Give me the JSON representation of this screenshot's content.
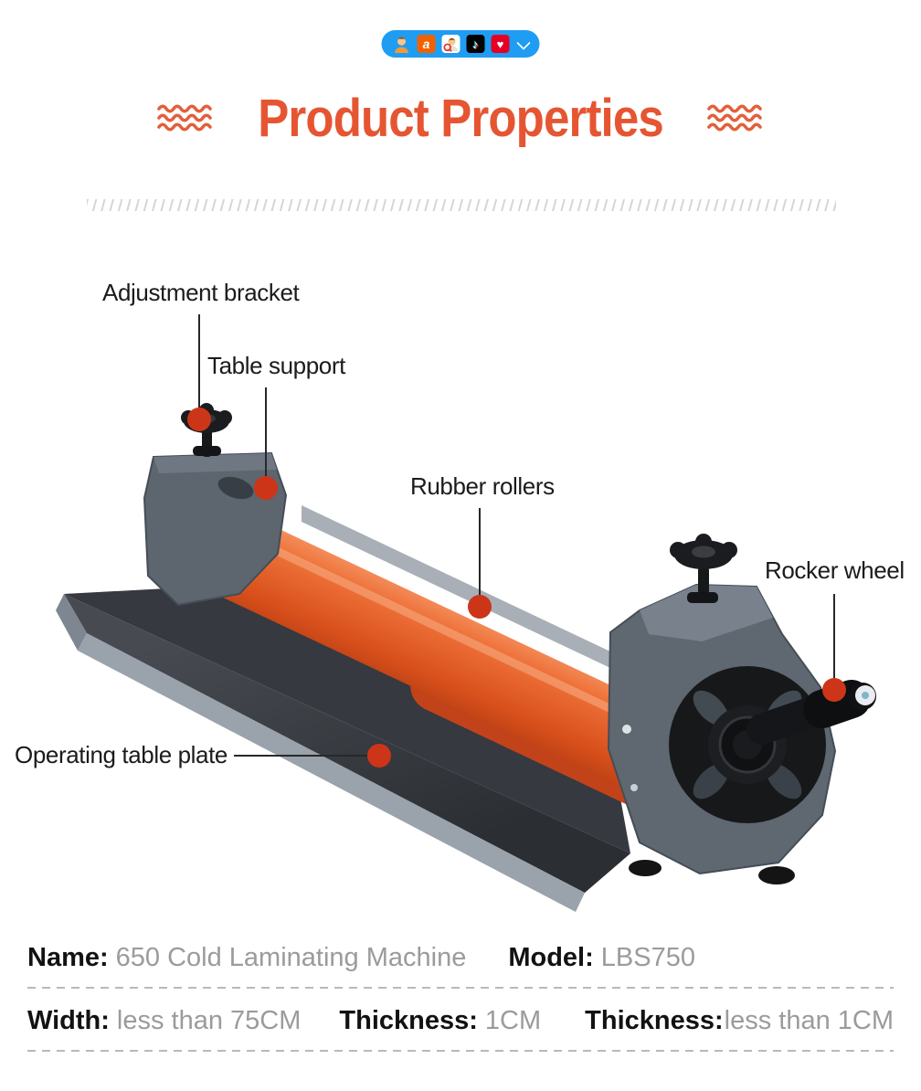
{
  "colors": {
    "accent_orange": "#e65532",
    "annotation_dot": "#cd3518",
    "social_pill_blue": "#1e9df2",
    "roller_orange": "#e8582b",
    "value_gray": "#9b9b9b"
  },
  "social_bar": {
    "icons": [
      {
        "name": "wangwang-avatar-icon",
        "glyph": ""
      },
      {
        "name": "alibaba-icon",
        "glyph": "a"
      },
      {
        "name": "contact-search-icon",
        "glyph": ""
      },
      {
        "name": "tiktok-icon",
        "glyph": "♪"
      },
      {
        "name": "heart-badge-icon",
        "glyph": "♥"
      },
      {
        "name": "chevron-down-icon",
        "glyph": ""
      }
    ]
  },
  "header": {
    "title": "Product Properties"
  },
  "annotations": [
    {
      "id": "adjustment-bracket",
      "label": "Adjustment bracket"
    },
    {
      "id": "table-support",
      "label": "Table support"
    },
    {
      "id": "rubber-rollers",
      "label": "Rubber rollers"
    },
    {
      "id": "rocker-wheel",
      "label": "Rocker wheel"
    },
    {
      "id": "operating-table-plate",
      "label": "Operating table plate"
    }
  ],
  "specs": {
    "row1": [
      {
        "label": "Name:",
        "value": "650 Cold Laminating Machine"
      },
      {
        "label": "Model:",
        "value": "LBS750"
      }
    ],
    "row2": [
      {
        "label": "Width:",
        "value": "less than 75CM"
      },
      {
        "label": "Thickness:",
        "value": "1CM"
      },
      {
        "label": "Thickness:",
        "value": "less than 1CM"
      }
    ]
  }
}
